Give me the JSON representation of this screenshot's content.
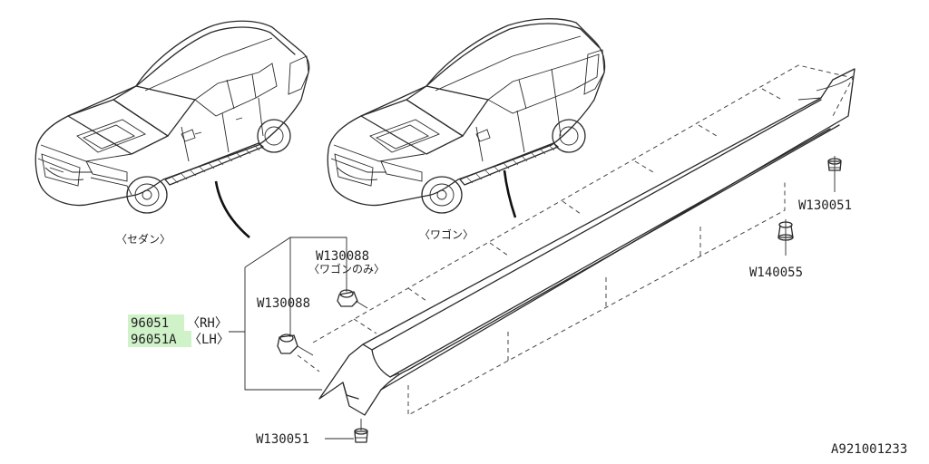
{
  "diagram": {
    "cars": {
      "sedan_label": "〈セダン〉",
      "wagon_label": "〈ワゴン〉"
    },
    "parts": {
      "rh_part": {
        "number": "96051",
        "side": "〈RH〉"
      },
      "lh_part": {
        "number": "96051A",
        "side": "〈LH〉"
      },
      "clip_upper": {
        "code": "W130088",
        "note": "〈ワゴンのみ〉"
      },
      "clip_left": {
        "code": "W130088"
      },
      "clip_right_top": {
        "code": "W130051"
      },
      "clip_right_mid": {
        "code": "W140055"
      },
      "clip_bottom": {
        "code": "W130051"
      }
    },
    "highlight_color": "#c8f0c0",
    "figure_number": "A921001233"
  }
}
